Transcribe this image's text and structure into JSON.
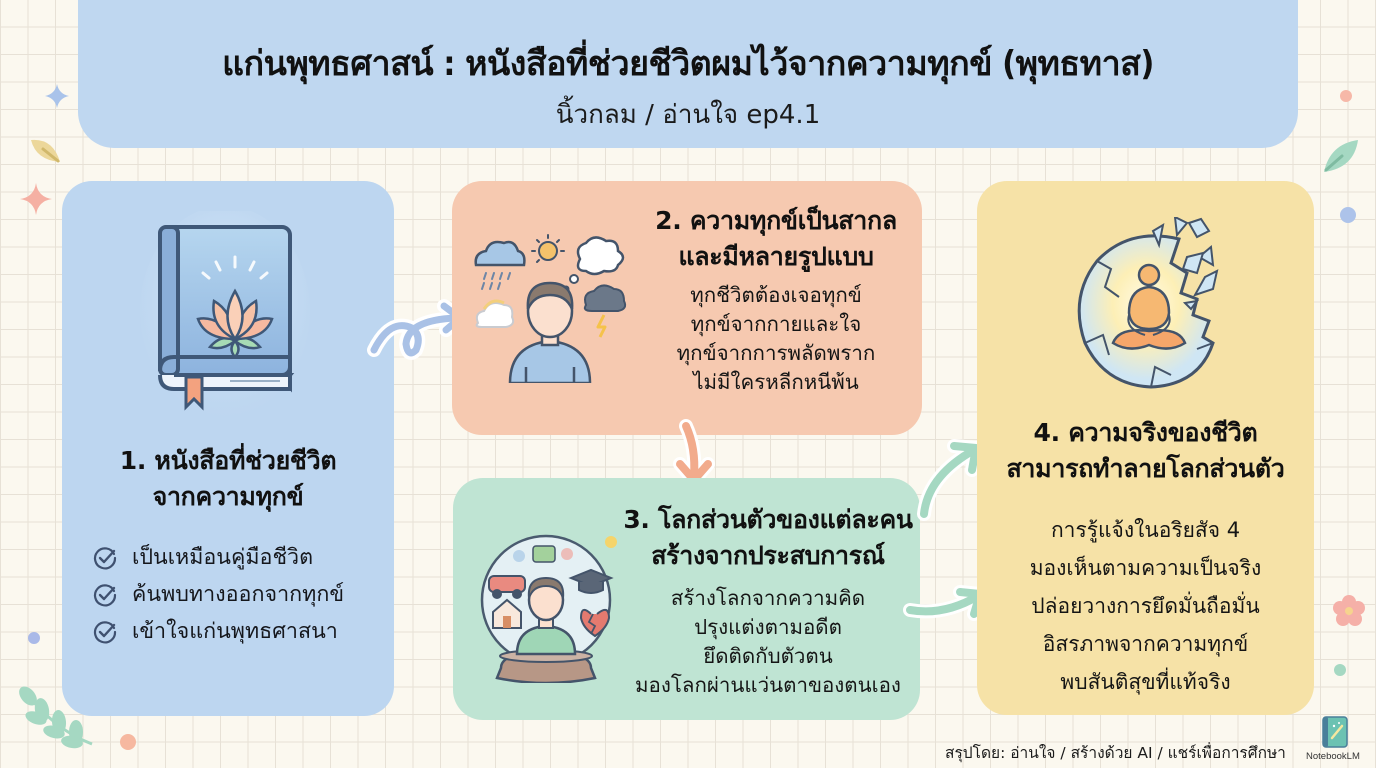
{
  "header": {
    "title": "แก่นพุทธศาสน์ : หนังสือที่ช่วยชีวิตผมไว้จากความทุกข์ (พุทธทาส)",
    "subtitle": "นิ้วกลม / อ่านใจ ep4.1"
  },
  "cards": [
    {
      "number": "1",
      "title_line1": "1. หนังสือที่ช่วยชีวิต",
      "title_line2": "จากความทุกข์",
      "icon": "book-lotus-icon",
      "color": "#bdd6f0",
      "checklist": [
        "เป็นเหมือนคู่มือชีวิต",
        "ค้นพบทางออกจากทุกข์",
        "เข้าใจแก่นพุทธศาสนา"
      ]
    },
    {
      "number": "2",
      "title_line1": "2. ความทุกข์เป็นสากล",
      "title_line2": "และมีหลายรูปแบบ",
      "icon": "person-weather-icon",
      "color": "#f6c9b0",
      "lines": [
        "ทุกชีวิตต้องเจอทุกข์",
        "ทุกข์จากกายและใจ",
        "ทุกข์จากการพลัดพราก",
        "ไม่มีใครหลีกหนีพ้น"
      ]
    },
    {
      "number": "3",
      "title_line1": "3. โลกส่วนตัวของแต่ละคน",
      "title_line2": "สร้างจากประสบการณ์",
      "icon": "snow-globe-person-icon",
      "color": "#bfe4d3",
      "lines": [
        "สร้างโลกจากความคิด",
        "ปรุงแต่งตามอดีต",
        "ยึดติดกับตัวตน",
        "มองโลกผ่านแว่นตาของตนเอง"
      ]
    },
    {
      "number": "4",
      "title_line1": "4. ความจริงของชีวิต",
      "title_line2": "สามารถทำลายโลกส่วนตัว",
      "icon": "shattered-globe-meditation-icon",
      "color": "#f6e2a7",
      "lines": [
        "การรู้แจ้งในอริยสัจ 4",
        "มองเห็นตามความเป็นจริง",
        "ปล่อยวางการยึดมั่นถือมั่น",
        "อิสรภาพจากความทุกข์",
        "พบสันติสุขที่แท้จริง"
      ]
    }
  ],
  "footer": {
    "credit": "สรุปโดย: อ่านใจ / สร้างด้วย AI / แชร์เพื่อการศึกษา",
    "brand": "NotebookLM"
  },
  "colors": {
    "background": "#fbf8ef",
    "grid": "#e7e1d6",
    "header": "#bfd7f0",
    "arrow_blue": "#a9c1e6",
    "arrow_orange": "#f2ab8c",
    "arrow_green": "#a5d8c2"
  }
}
